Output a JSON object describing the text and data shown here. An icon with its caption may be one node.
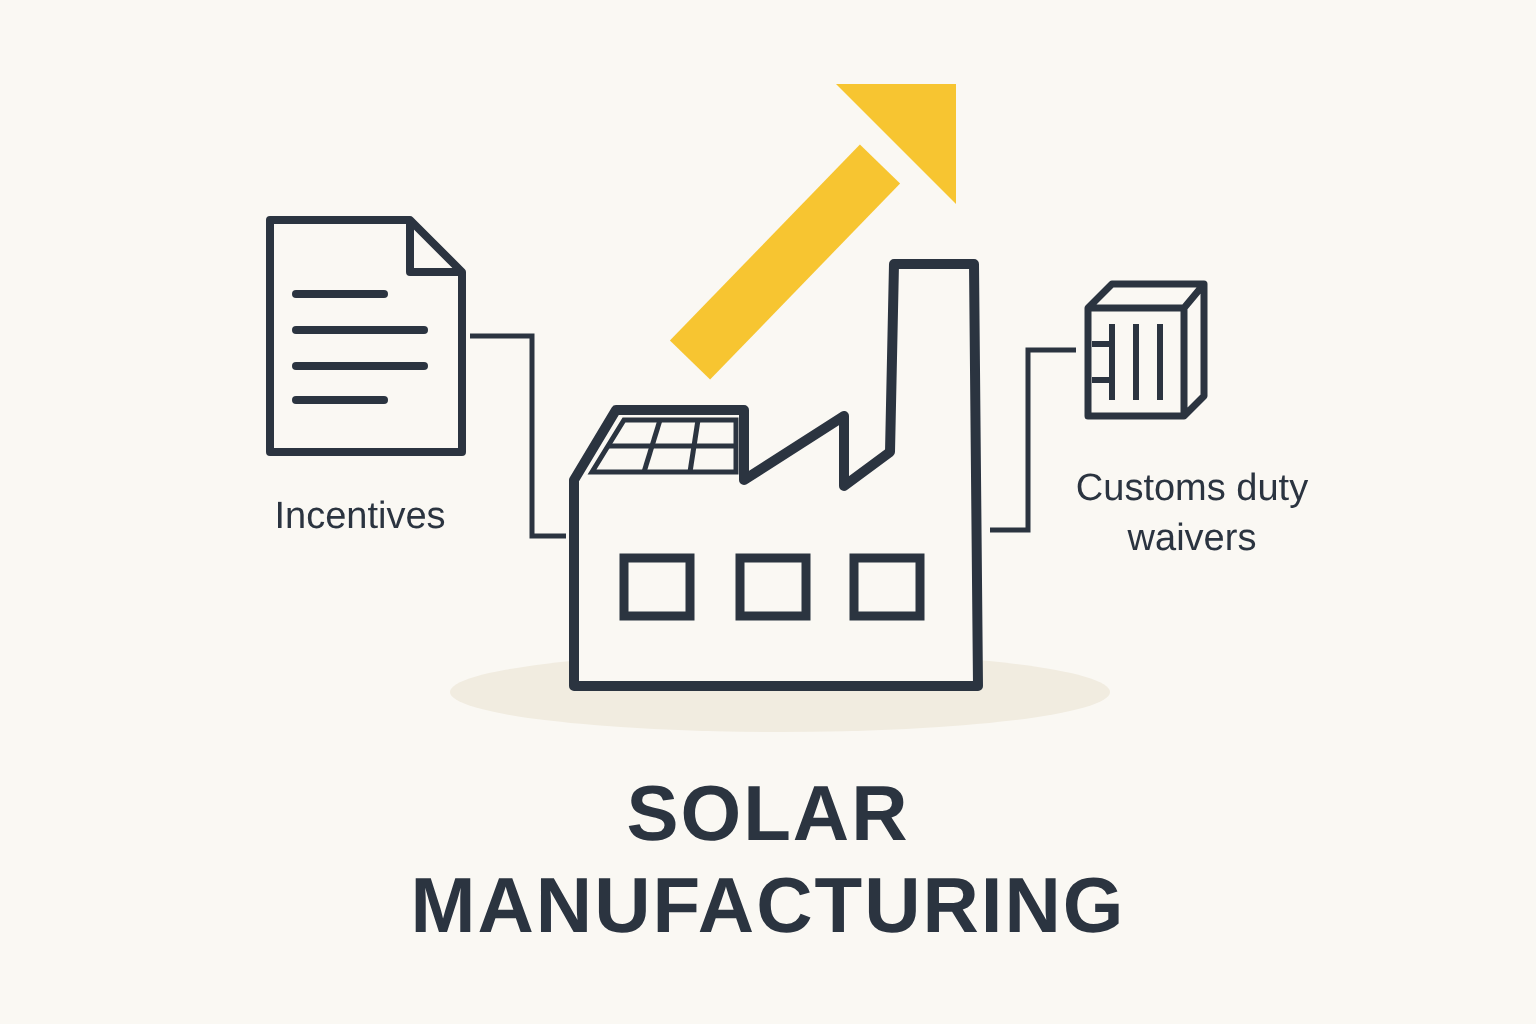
{
  "diagram": {
    "title": "SOLAR MANUFACTURING",
    "nodes": [
      {
        "text": [],
        "shape": "picture",
        "beside": [
          "Incentives"
        ]
      },
      {
        "text": [],
        "shape": "picture"
      },
      {
        "text": [],
        "shape": "picture",
        "beside": [
          "Customs duty waivers"
        ]
      }
    ],
    "edges": [
      {
        "from": 0,
        "to": 1,
        "arrow": "none"
      },
      {
        "from": 2,
        "to": 1,
        "arrow": "none"
      }
    ]
  }
}
